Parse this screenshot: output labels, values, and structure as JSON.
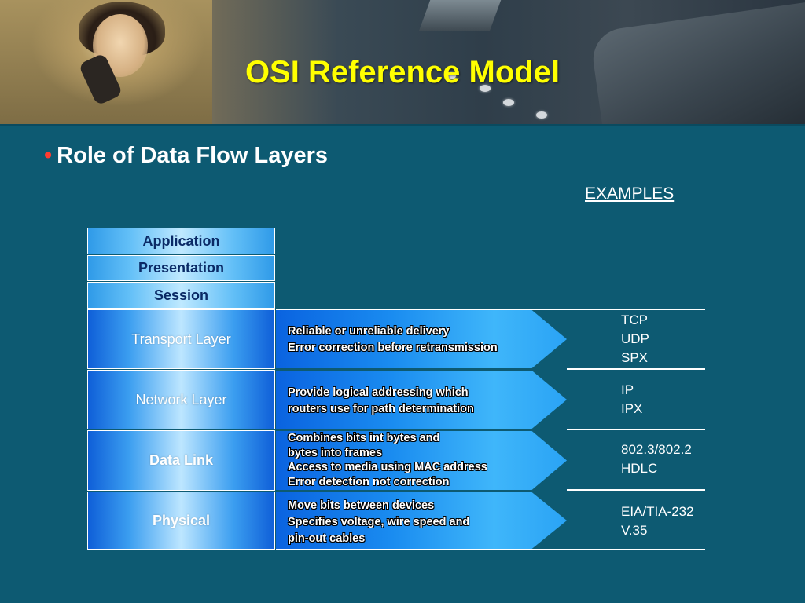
{
  "slide": {
    "title": "OSI Reference Model",
    "bullet": "Role of Data Flow Layers",
    "examples_heading": "EXAMPLES"
  },
  "colors": {
    "background": "#0d5a72",
    "title": "#ffff00",
    "bullet_marker": "#ff3b30",
    "layer_gradient_edge": "#2f9ae8",
    "arrow_blue": "#0a63e0"
  },
  "layers": [
    {
      "name": "Application"
    },
    {
      "name": "Presentation"
    },
    {
      "name": "Session"
    },
    {
      "name": "Transport Layer",
      "description": [
        "Reliable or unreliable delivery",
        "Error correction before retransmission"
      ],
      "examples": [
        "TCP",
        "UDP",
        "SPX"
      ]
    },
    {
      "name": "Network Layer",
      "description": [
        "Provide logical addressing which",
        "routers use for path determination"
      ],
      "examples": [
        "IP",
        "IPX"
      ]
    },
    {
      "name": "Data Link",
      "description": [
        "Combines bits int bytes and",
        "bytes into frames",
        "Access to media using MAC address",
        "Error detection not correction"
      ],
      "examples": [
        "802.3/802.2",
        "HDLC"
      ]
    },
    {
      "name": "Physical",
      "description": [
        "Move bits between devices",
        "Specifies voltage, wire speed and",
        "pin-out cables"
      ],
      "examples": [
        "EIA/TIA-232",
        "V.35"
      ]
    }
  ]
}
